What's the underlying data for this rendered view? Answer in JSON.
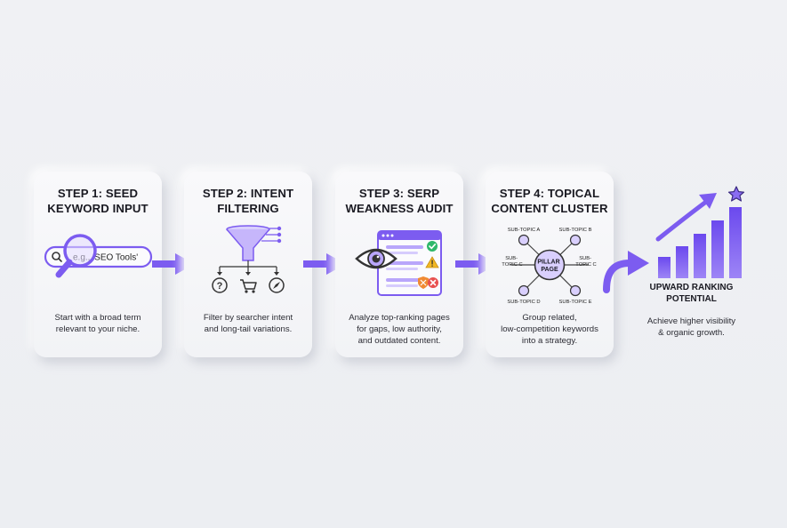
{
  "colors": {
    "accent": "#7c5cf0",
    "accent_light": "#e4dcff",
    "accent_dark": "#5b3fd0",
    "card_bg": "#f5f6f8",
    "page_bg": "#eef0f3",
    "success": "#2fb86a",
    "warning": "#f2b823",
    "danger": "#e8504f",
    "shield": "#f08a33"
  },
  "steps": [
    {
      "title": "STEP 1: SEED\nKEYWORD INPUT",
      "search_text": "e.g., 'SEO Tools'",
      "icons": [
        "magnifier-icon",
        "search-icon"
      ],
      "description": "Start with a broad term\nrelevant to your niche."
    },
    {
      "title": "STEP 2: INTENT\nFILTERING",
      "icons": [
        "funnel-icon",
        "question-icon",
        "cart-icon",
        "compass-icon"
      ],
      "description": "Filter by searcher intent\nand long-tail variations."
    },
    {
      "title": "STEP 3: SERP\nWEAKNESS AUDIT",
      "icons": [
        "browser-window-icon",
        "eye-icon",
        "check-icon",
        "warning-icon",
        "shield-icon",
        "close-icon"
      ],
      "description": "Analyze top-ranking pages\nfor gaps, low authority,\nand outdated content."
    },
    {
      "title": "STEP 4: TOPICAL\nCONTENT CLUSTER",
      "pillar": "PILLAR\nPAGE",
      "subtopics": {
        "a": "SUB-TOPIC A",
        "b": "SUB-TOPIC B",
        "c_left": "SUB-\nTOPIC C",
        "c_right": "SUB-\nTOPIC C",
        "d": "SUB-TOPIC D",
        "e": "SUB-TOPIC E"
      },
      "description": "Group related,\nlow-competition keywords\ninto a strategy."
    }
  ],
  "final": {
    "title": "UPWARD RANKING\nPOTENTIAL",
    "description": "Achieve higher visibility\n& organic growth.",
    "icons": [
      "bar-chart-icon",
      "trend-arrow-icon",
      "star-icon"
    ]
  }
}
